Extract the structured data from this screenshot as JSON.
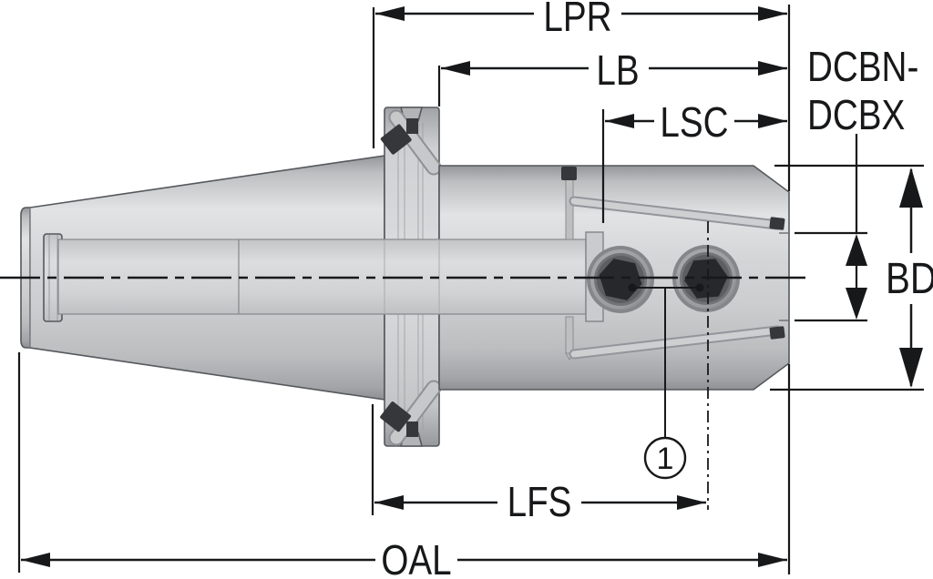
{
  "drawing": {
    "type": "technical-dimension-drawing",
    "subject": "taper-shank-tool-holder-side-view",
    "labels": {
      "lpr": "LPR",
      "lb": "LB",
      "lsc": "LSC",
      "dcbn": "DCBN-",
      "dcbx": "DCBX",
      "bd": "BD",
      "lfs": "LFS",
      "oal": "OAL"
    },
    "callouts": {
      "note1": "1"
    },
    "colors": {
      "line_color": "#17181a",
      "metal_light": "#e4e5e6",
      "metal_mid": "#c7c8ca",
      "metal_dark": "#939598",
      "detail_dark": "#35373a",
      "background": "#ffffff"
    }
  }
}
